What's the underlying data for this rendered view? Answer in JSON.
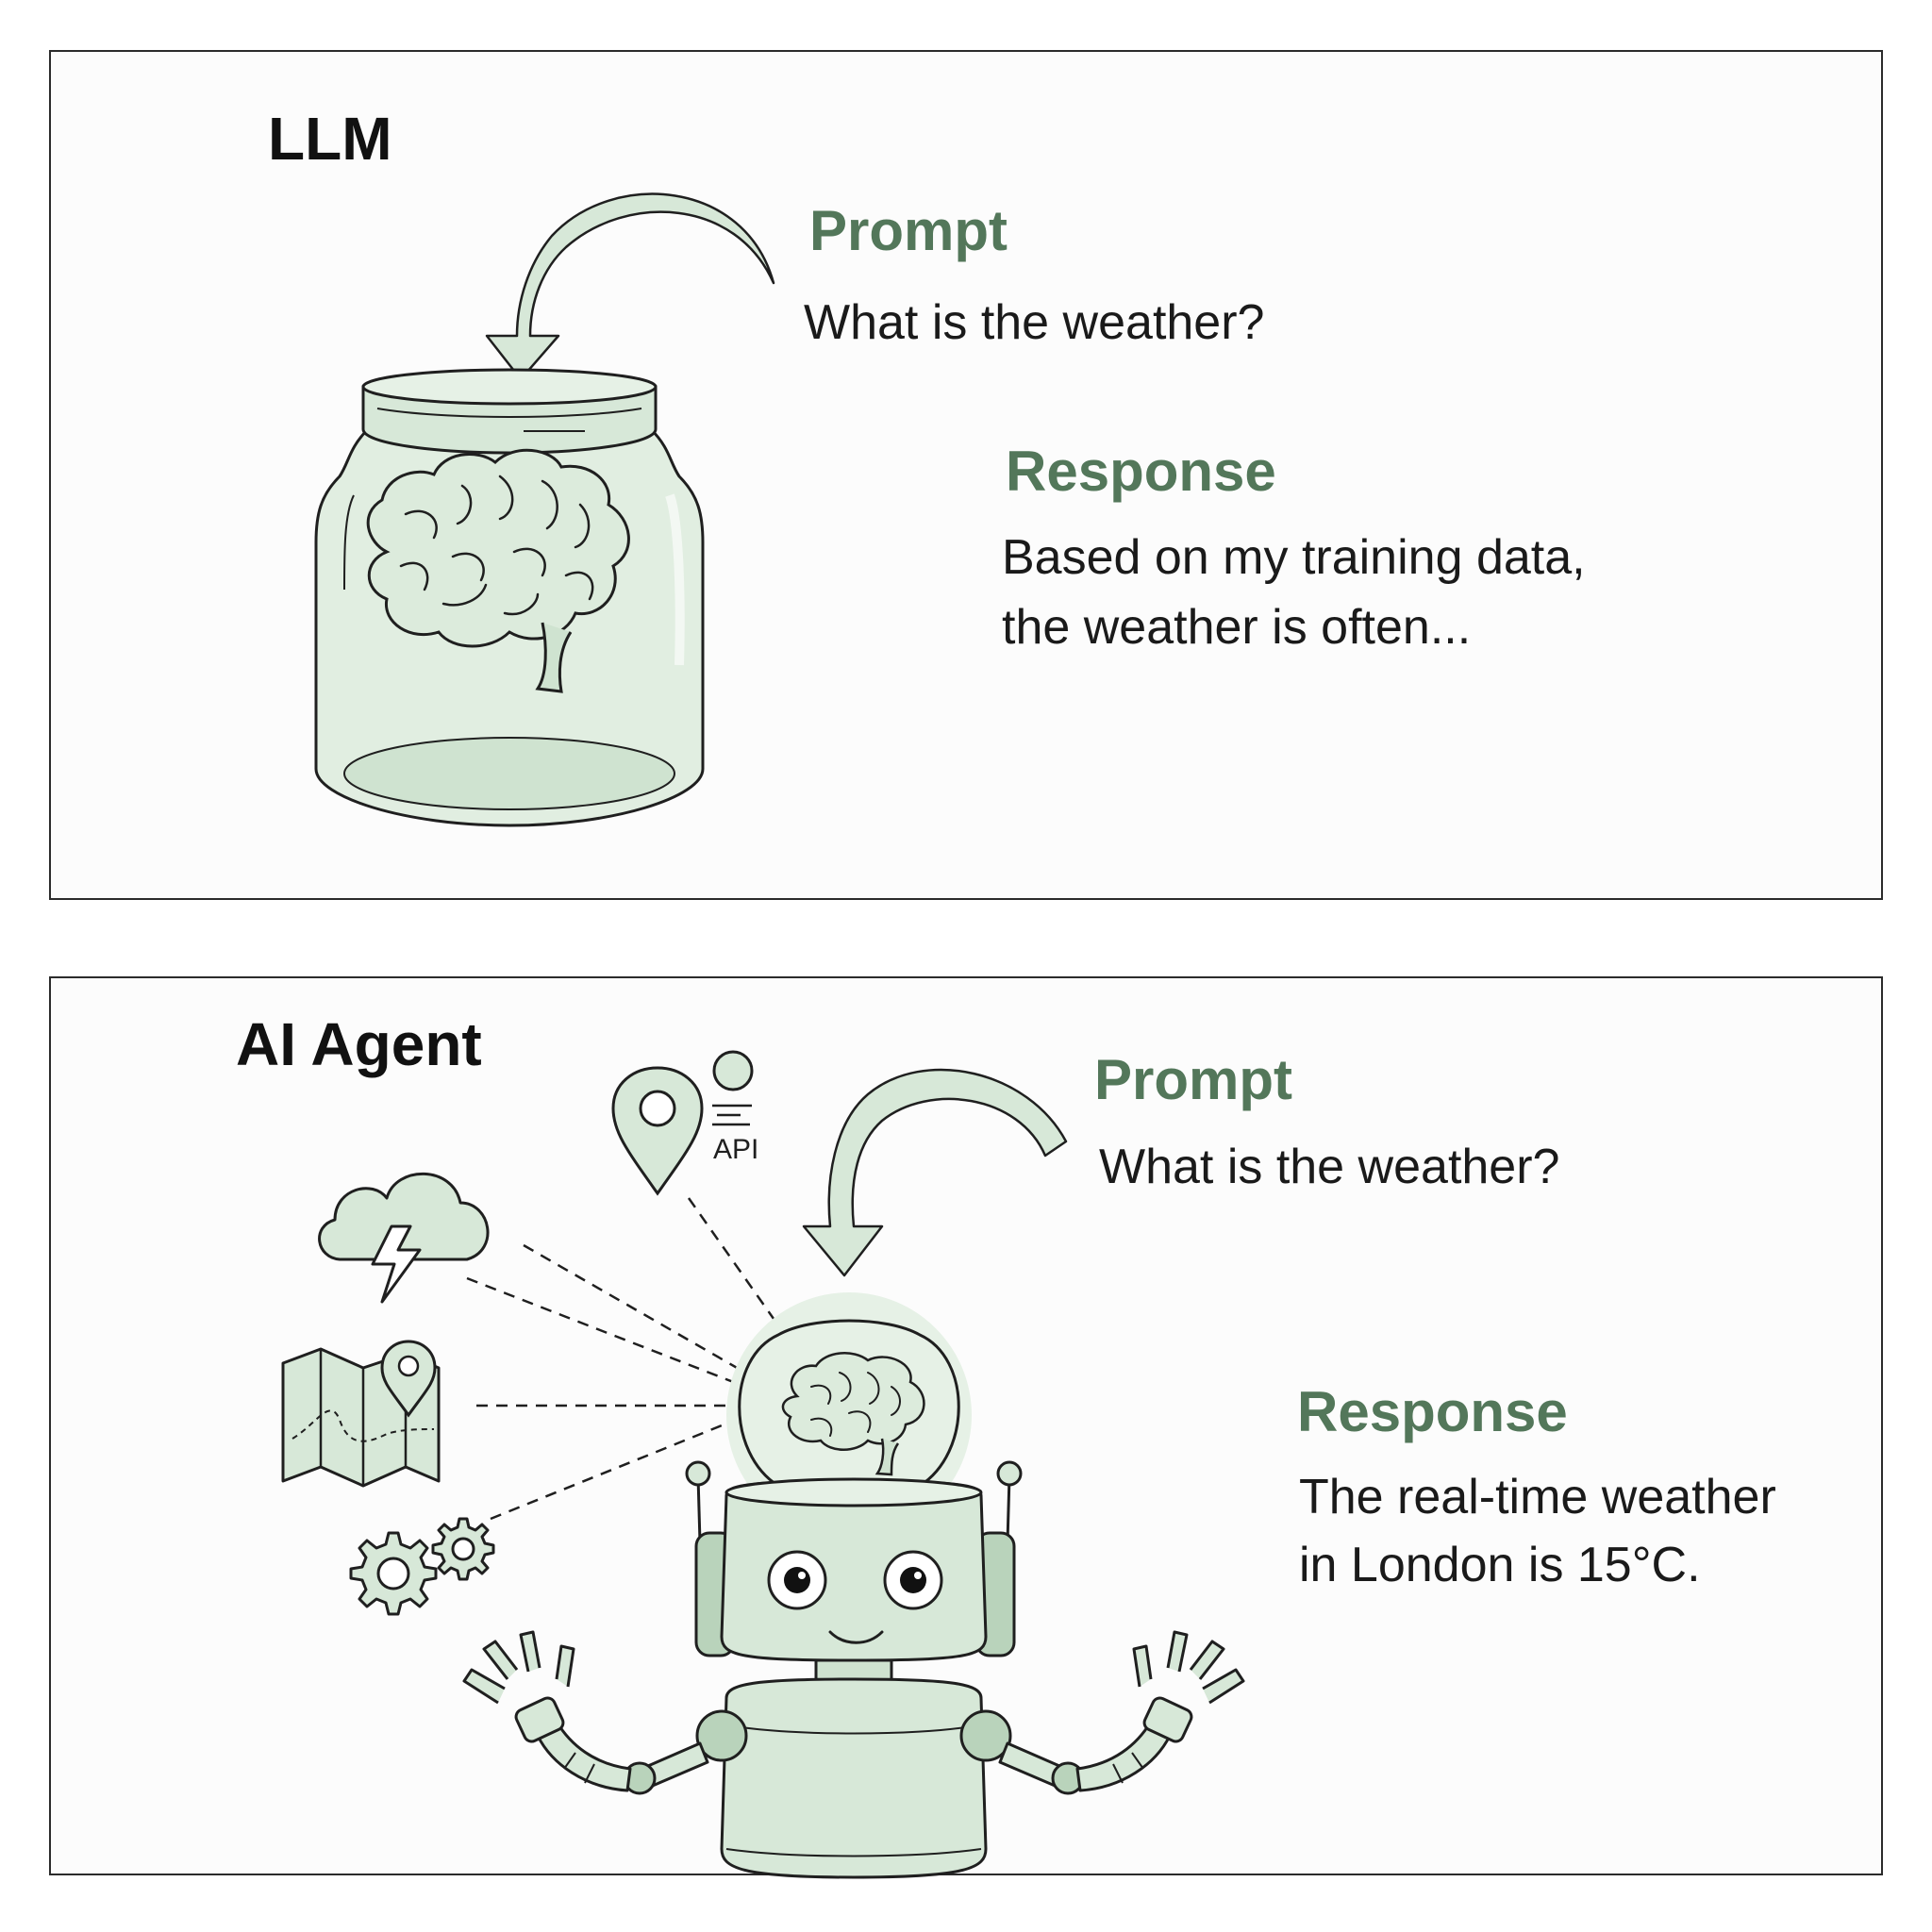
{
  "llm_panel": {
    "title": "LLM",
    "prompt_heading": "Prompt",
    "prompt_text": "What is the weather?",
    "response_heading": "Response",
    "response_lines": [
      "Based on my training data,",
      "the weather is often..."
    ]
  },
  "agent_panel": {
    "title": "AI Agent",
    "prompt_heading": "Prompt",
    "prompt_text": "What is the weather?",
    "response_heading": "Response",
    "response_lines": [
      "The real-time weather",
      "in London is 15°C."
    ],
    "api_label": "API"
  },
  "icons": [
    "brain-jar-icon",
    "prompt-arrow-icon",
    "storm-cloud-icon",
    "map-pin-icon",
    "map-icon",
    "gears-icon",
    "location-api-icon",
    "robot-icon",
    "brain-icon"
  ],
  "colors": {
    "accent_green": "#53775a",
    "fill_green": "#d7e8d8",
    "light_green": "#e6f1e6",
    "stroke": "#1f1f1f",
    "border": "#2b2b2b"
  }
}
